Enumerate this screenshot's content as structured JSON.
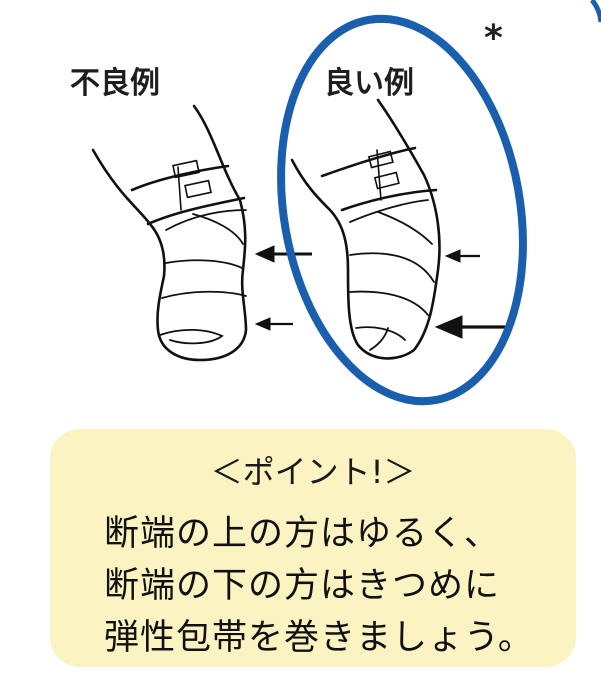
{
  "labels": {
    "bad_example": "不良例",
    "good_example": "良い例",
    "asterisk": "*"
  },
  "colors": {
    "highlight_ellipse": "#1a5fae",
    "point_box_bg": "#fbf4c2",
    "line_art": "#111111"
  },
  "illustrations": [
    {
      "name": "bad-example-stump",
      "description": "bandaged stump tight at top, loose at bottom",
      "arrows": 2
    },
    {
      "name": "good-example-stump",
      "description": "bandaged stump loose at top, tight at bottom",
      "arrows": 2
    }
  ],
  "point": {
    "title": "＜ポイント!＞",
    "lines": [
      "断端の上の方はゆるく、",
      "断端の下の方はきつめに",
      "弾性包帯を巻きましょう。"
    ]
  }
}
